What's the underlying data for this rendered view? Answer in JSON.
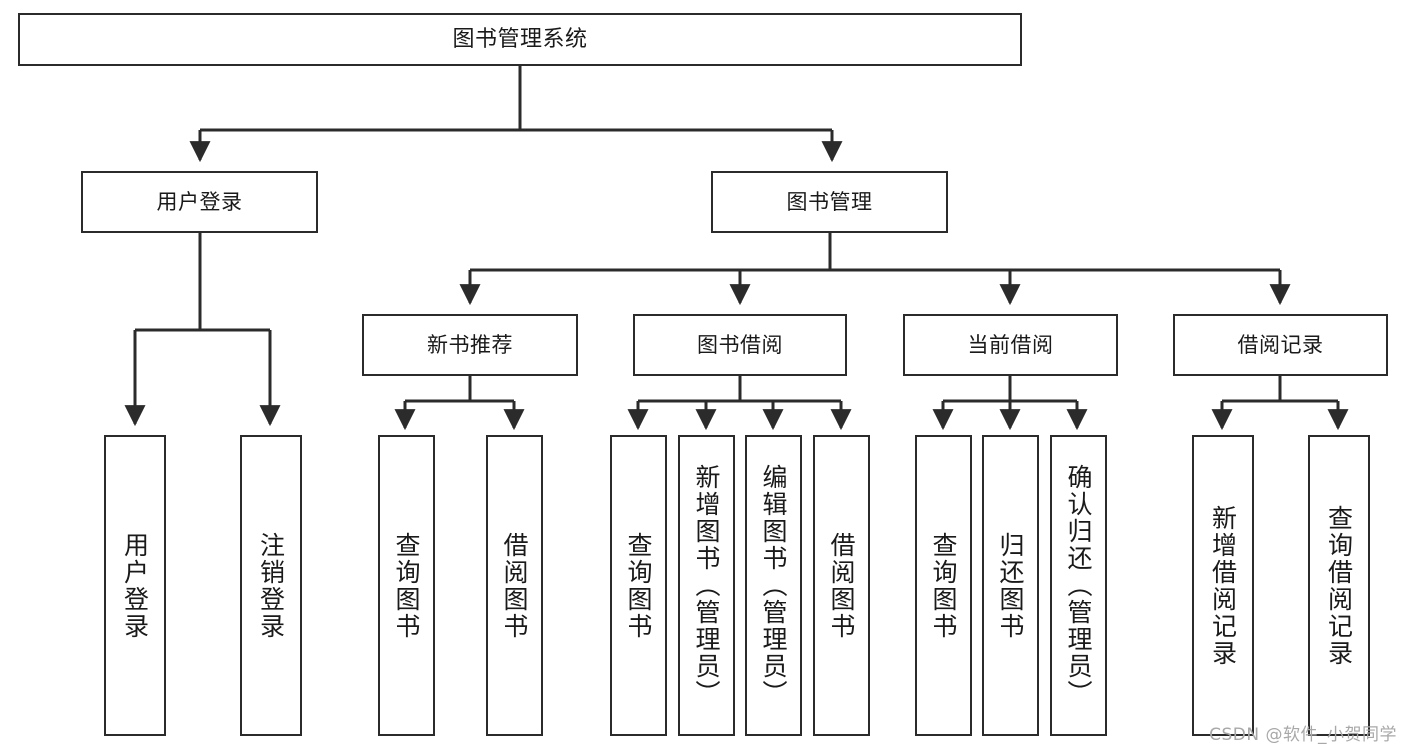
{
  "diagram": {
    "title": "图书管理系统",
    "type": "tree",
    "line_color": "#2b2b2b",
    "background_color": "#ffffff",
    "root": {
      "label": "图书管理系统"
    },
    "level1": [
      {
        "label": "用户登录"
      },
      {
        "label": "图书管理"
      }
    ],
    "level2": [
      {
        "label": "新书推荐"
      },
      {
        "label": "图书借阅"
      },
      {
        "label": "当前借阅"
      },
      {
        "label": "借阅记录"
      }
    ],
    "leaves": {
      "user_login": [
        {
          "label": "用户登录"
        },
        {
          "label": "注销登录"
        }
      ],
      "new_book_recommend": [
        {
          "label": "查询图书"
        },
        {
          "label": "借阅图书"
        }
      ],
      "book_borrow": [
        {
          "label": "查询图书"
        },
        {
          "label": "新增图书（管理员）"
        },
        {
          "label": "编辑图书（管理员）"
        },
        {
          "label": "借阅图书"
        }
      ],
      "current_borrow": [
        {
          "label": "查询图书"
        },
        {
          "label": "归还图书"
        },
        {
          "label": "确认归还（管理员）"
        }
      ],
      "borrow_record": [
        {
          "label": "新增借阅记录"
        },
        {
          "label": "查询借阅记录"
        }
      ]
    }
  },
  "watermark": {
    "text": "CSDN @软件_小贺同学"
  }
}
